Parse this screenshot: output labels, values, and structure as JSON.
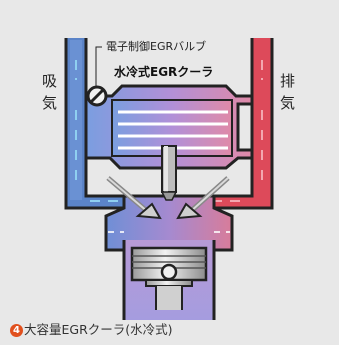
{
  "labels": {
    "valve": "電子制御EGRバルブ",
    "cooler": "水冷式EGRクーラ",
    "intake": "吸気",
    "exhaust": "排気"
  },
  "caption": {
    "number": "4",
    "text": "大容量EGRクーラ(水冷式)"
  },
  "colors": {
    "intake": "#4f7fc6",
    "exhaust": "#e0505e",
    "background": "#e8e8e8",
    "accent": "#e1501e"
  }
}
